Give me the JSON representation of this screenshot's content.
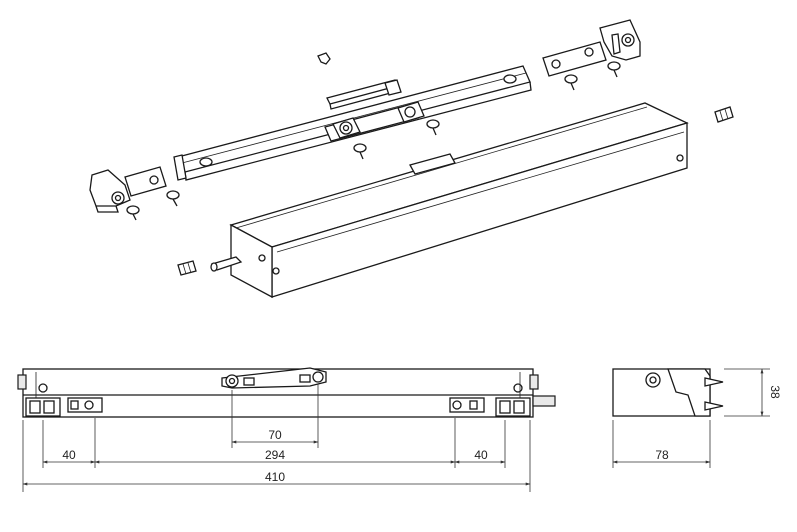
{
  "dimensions": {
    "d70": "70",
    "d294": "294",
    "d40_left": "40",
    "d40_right": "40",
    "d410": "410",
    "d78": "78",
    "d38": "38"
  }
}
